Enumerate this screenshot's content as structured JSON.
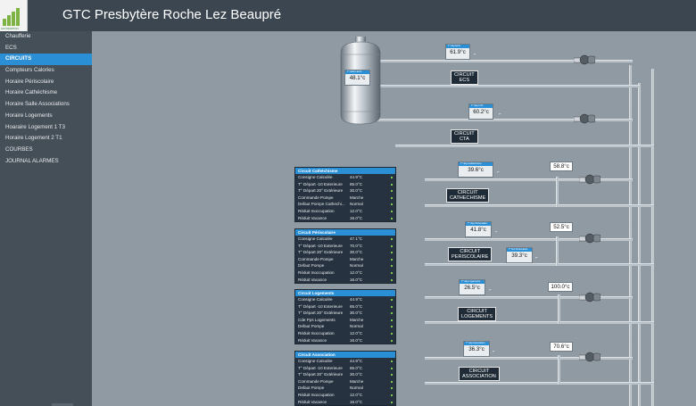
{
  "header": {
    "title": "GTC Presbytère Roche Lez Beaupré",
    "logo_text": "AUTOMATION"
  },
  "sidebar": {
    "items": [
      {
        "label": "Chaufferie",
        "active": false
      },
      {
        "label": "ECS",
        "active": false
      },
      {
        "label": "CIRCUITS",
        "active": true
      },
      {
        "label": "Compteurs Calories",
        "active": false
      },
      {
        "label": "Horaire Périscolaire",
        "active": false
      },
      {
        "label": "Horaire Cathéchisme",
        "active": false
      },
      {
        "label": "Horaire Salle Associations",
        "active": false
      },
      {
        "label": "Horaire Logements",
        "active": false
      },
      {
        "label": "Hoaraire Logement 1 T3",
        "active": false
      },
      {
        "label": "Horaire Logement 2 T1",
        "active": false
      },
      {
        "label": "COURBES",
        "active": false
      },
      {
        "label": "JOURNAL ALARMES",
        "active": false
      }
    ]
  },
  "tank": {
    "header": "T° ballon ECS",
    "value": "48.1°c"
  },
  "circuits": {
    "ecs": {
      "name": "CIRCUIT ECS",
      "line1": "CIRCUIT",
      "line2": "ECS",
      "header": "T° dep ECS",
      "value": "61.9°c"
    },
    "cta": {
      "name": "CIRCUIT CTA",
      "line1": "CIRCUIT",
      "line2": "CTA",
      "header": "T° dep CTA",
      "value": "60.2°c"
    },
    "catechisme": {
      "line1": "CIRCUIT",
      "line2": "CATHECHISME",
      "header": "T° dep Cathéchisme",
      "value": "39.6°c",
      "valve": "58.8°c"
    },
    "periscolaire": {
      "line1": "CIRCUIT",
      "line2": "PERISCOLAIRE",
      "header": "T° dep Périscolaire",
      "value": "41.8°c",
      "valve": "52.5°c",
      "extra_header": "T° Ext Périscolaire",
      "extra_value": "39.3°c"
    },
    "logements": {
      "line1": "CIRCUIT",
      "line2": "LOGEMENTS",
      "header": "T° dep Logements",
      "value": "26.5°c",
      "valve": "100.0°c"
    },
    "association": {
      "line1": "CIRCUIT",
      "line2": "ASSOCIATION",
      "header": "T° dep Association",
      "value": "36.3°c",
      "valve": "70.6°c"
    }
  },
  "panels": [
    {
      "title": "Circuit Cathéchisme",
      "rows": [
        {
          "k": "Consigne Calculée",
          "v": "44.9°C"
        },
        {
          "k": "T° Départ -10 Exterieure",
          "v": "65.0°C"
        },
        {
          "k": "T° Départ 20° Extérieure",
          "v": "30.0°C"
        },
        {
          "k": "Commande Pompe",
          "v": "Marche"
        },
        {
          "k": "Defaut Pompe Cathechi...",
          "v": "Normal"
        },
        {
          "k": "Réduit Inoccupation",
          "v": "12.0°C"
        },
        {
          "k": "Réduit Vacance",
          "v": "16.0°C"
        }
      ]
    },
    {
      "title": "Circuit Périscolaire",
      "rows": [
        {
          "k": "Consigne Calculée",
          "v": "47.1°C"
        },
        {
          "k": "T° Départ -10 Exterieure",
          "v": "70.0°C"
        },
        {
          "k": "T° Départ 20° Extérieure",
          "v": "30.0°C"
        },
        {
          "k": "Commande Pompe",
          "v": "Marche"
        },
        {
          "k": "Defaut Pompe",
          "v": "Normal"
        },
        {
          "k": "Réduit Inoccupation",
          "v": "12.0°C"
        },
        {
          "k": "Réduit Vacance",
          "v": "16.0°C"
        }
      ]
    },
    {
      "title": "Circuit Logements",
      "rows": [
        {
          "k": "Consigne Calculée",
          "v": "44.9°C"
        },
        {
          "k": "T° Départ -10 Exterieure",
          "v": "65.0°C"
        },
        {
          "k": "T° Départ 20° Extérieure",
          "v": "30.0°C"
        },
        {
          "k": "Cde Pps Logements",
          "v": "Marche"
        },
        {
          "k": "Defaut Pompe",
          "v": "Normal"
        },
        {
          "k": "Réduit Inoccupation",
          "v": "12.0°C"
        },
        {
          "k": "Réduit Vacance",
          "v": "16.0°C"
        }
      ]
    },
    {
      "title": "Circuit Association",
      "rows": [
        {
          "k": "Consigne Calculée",
          "v": "44.9°C"
        },
        {
          "k": "T° Départ -10 Exterieure",
          "v": "65.0°C"
        },
        {
          "k": "T° Départ 20° Extérieure",
          "v": "30.0°C"
        },
        {
          "k": "Commande Pompe",
          "v": "Marche"
        },
        {
          "k": "Defaut Pompe",
          "v": "Normal"
        },
        {
          "k": "Réduit Inoccupation",
          "v": "12.0°C"
        },
        {
          "k": "Réduit Vacance",
          "v": "16.0°C"
        }
      ]
    }
  ],
  "colors": {
    "accent": "#2b8fd6",
    "sidebar": "#454f58",
    "topbar": "#3b4650",
    "canvas": "#8f9aa3",
    "panel": "#26323f"
  }
}
